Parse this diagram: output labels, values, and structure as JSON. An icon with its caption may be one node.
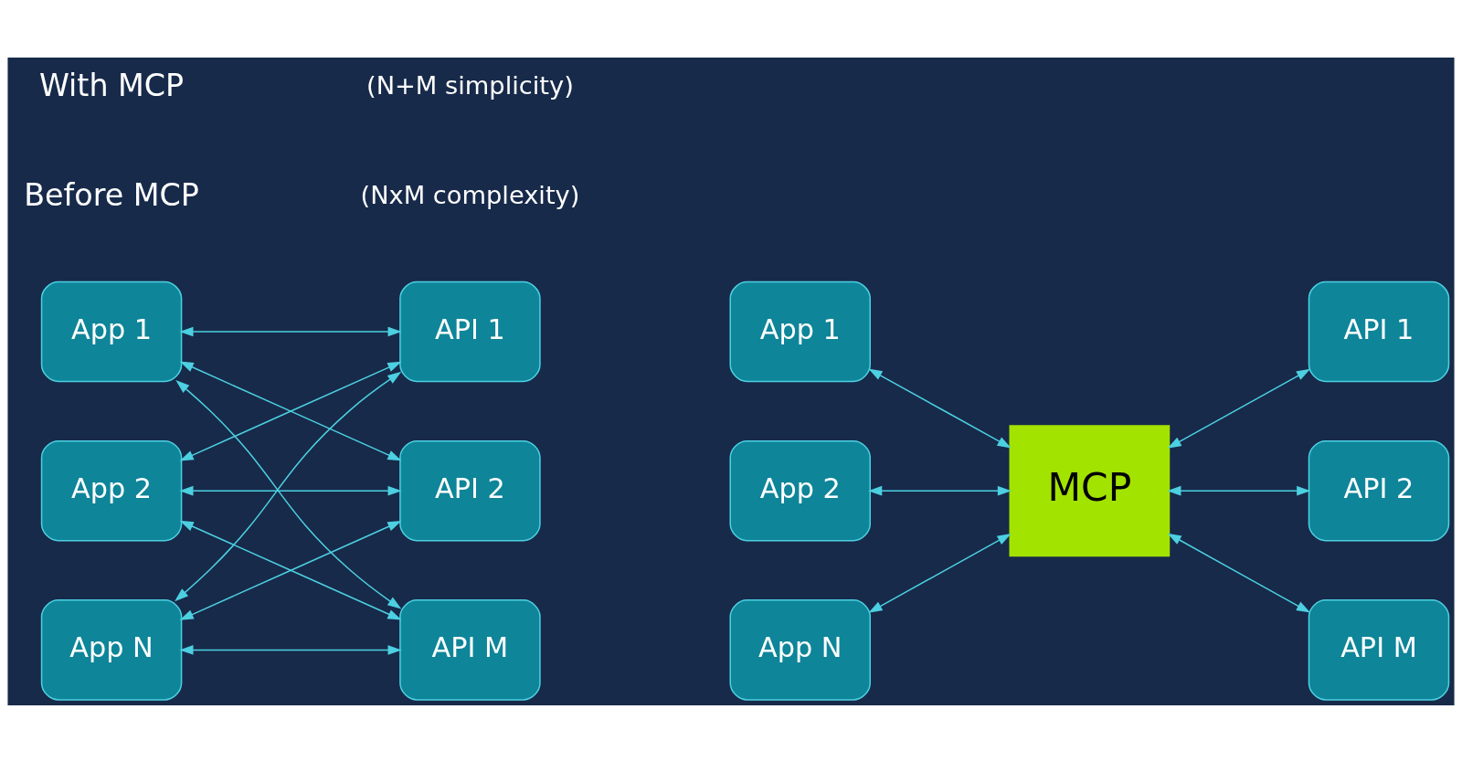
{
  "diagram": {
    "nodes": [
      {
        "text": [
          "App 1"
        ]
      },
      {
        "text": [
          "App 2"
        ]
      },
      {
        "text": [
          "App N"
        ]
      },
      {
        "text": [
          "API 1"
        ]
      },
      {
        "text": [
          "API 2"
        ]
      },
      {
        "text": [
          "API M"
        ]
      },
      {
        "text": [
          "App 1"
        ]
      },
      {
        "text": [
          "App 2"
        ]
      },
      {
        "text": [
          "App N"
        ]
      },
      {
        "text": [
          "MCP"
        ]
      },
      {
        "text": [
          "API 1"
        ]
      },
      {
        "text": [
          "API 2"
        ]
      },
      {
        "text": [
          "API M"
        ]
      }
    ],
    "edges": [
      {
        "from": 0,
        "to": 3,
        "arrow": "both"
      },
      {
        "from": 0,
        "to": 4,
        "arrow": "both"
      },
      {
        "from": 0,
        "to": 5,
        "arrow": "both"
      },
      {
        "from": 1,
        "to": 3,
        "arrow": "both"
      },
      {
        "from": 1,
        "to": 4,
        "arrow": "both"
      },
      {
        "from": 1,
        "to": 5,
        "arrow": "both"
      },
      {
        "from": 2,
        "to": 3,
        "arrow": "both"
      },
      {
        "from": 2,
        "to": 4,
        "arrow": "both"
      },
      {
        "from": 2,
        "to": 5,
        "arrow": "both"
      },
      {
        "from": 6,
        "to": 9,
        "arrow": "both"
      },
      {
        "from": 7,
        "to": 9,
        "arrow": "both"
      },
      {
        "from": 8,
        "to": 9,
        "arrow": "both"
      },
      {
        "from": 9,
        "to": 10,
        "arrow": "both"
      },
      {
        "from": 9,
        "to": 11,
        "arrow": "both"
      },
      {
        "from": 9,
        "to": 12,
        "arrow": "both"
      }
    ],
    "labels": [
      "Before MCP",
      "(NxM complexity)",
      "With MCP",
      "(N+M simplicity)"
    ]
  }
}
